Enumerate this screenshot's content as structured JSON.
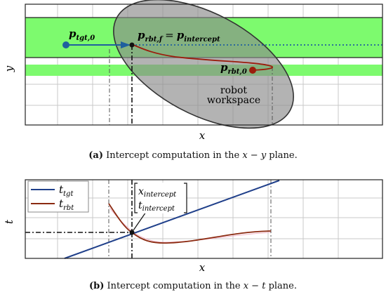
{
  "top_panel": {
    "x_axis_label": "x",
    "y_axis_label": "y",
    "target_label": "p",
    "target_sub": "tgt,0",
    "intercept_lhs": "p",
    "intercept_lhs_sub": "rbt,f",
    "intercept_eq": "=",
    "intercept_rhs": "p",
    "intercept_rhs_sub": "intercept",
    "robot_start_label": "p",
    "robot_start_sub": "rbt,0",
    "workspace_label_line1": "robot",
    "workspace_label_line2": "workspace",
    "colors": {
      "corridor": "#7dfa6e",
      "workspace": "#9e9e9e",
      "target": "#1f5f9e",
      "robot": "#9b1c0c",
      "grid": "#c8c8c8"
    }
  },
  "caption_a": {
    "tag": "(a)",
    "text": " Intercept computation in the ",
    "math": "x − y",
    "end": " plane."
  },
  "bottom_panel": {
    "x_axis_label": "x",
    "y_axis_label": "t",
    "legend": [
      {
        "symbol": "t",
        "sub": "tgt",
        "color": "#1f3f8a"
      },
      {
        "symbol": "t",
        "sub": "rbt",
        "color": "#8b2a10"
      }
    ],
    "annotation_line1": "x",
    "annotation_line1_sub": "intercept",
    "annotation_line2": "t",
    "annotation_line2_sub": "intercept"
  },
  "caption_b": {
    "tag": "(b)",
    "text": " Intercept computation in the ",
    "math": "x − t",
    "end": " plane."
  }
}
